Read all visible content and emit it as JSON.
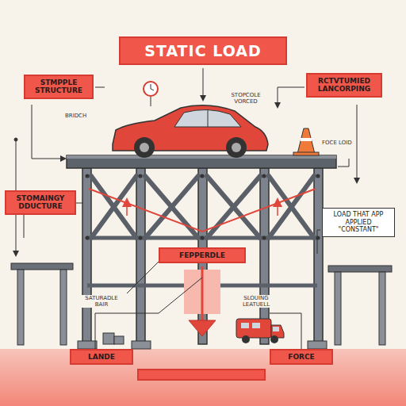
{
  "diagram": {
    "title": "STATIC LOAD",
    "nodes": [
      {
        "text": [
          "STMPPLE STRUCTURE"
        ]
      },
      {
        "text": [
          "RCTVTUMIED LANCORPING"
        ]
      },
      {
        "text": [
          "STOMAINGY DDUCTURE"
        ]
      },
      {
        "text": [
          "LOAD THAT APP APPLIED \"CONSTANT\""
        ]
      },
      {
        "text": [
          "FEPPERDLE"
        ]
      },
      {
        "text": [
          "LANDE"
        ]
      },
      {
        "text": [
          "FORCE"
        ]
      }
    ],
    "labels": [
      "BRIDCH",
      "STOPCOLE VORCED",
      "FOCE LOID",
      "SATURADLE BAIR",
      "SLOUING LEATUELL"
    ]
  }
}
